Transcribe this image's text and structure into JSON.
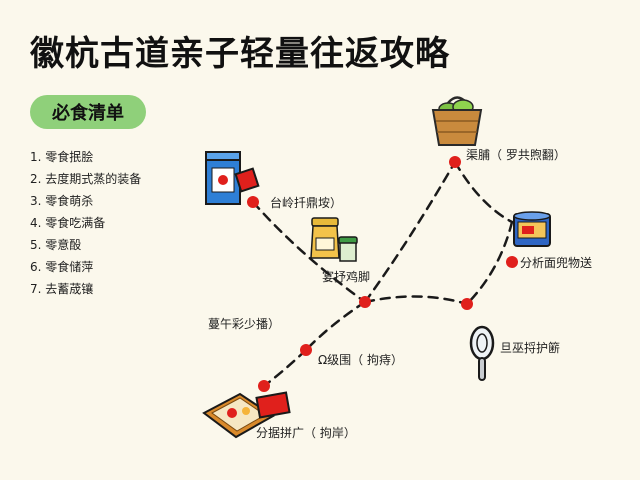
{
  "title": "徽杭古道亲子轻量往返攻略",
  "section_pill": "必食清单",
  "food_list": [
    "1. 零食抿脍",
    "2. 去度期式蒸的装备",
    "3. 零食萌杀",
    "4. 零食吃满备",
    "5. 零意酘",
    "6. 零食储萍",
    "7. 去蓄荿镶"
  ],
  "route_labels": {
    "top_right": "渠脯（ 罗共煦翻）",
    "upper_left": "台岭扦鼎垵）",
    "middle": "宴抒鸡脚",
    "right_mid": "分析面兜物送",
    "left_mid": "蔓午彩少播）",
    "right_low": "旦巫捋护簖",
    "lower_mid": "Ω级围（ 拘痔）",
    "bottom": "分据拼广（ 拘岸）"
  },
  "icons": {
    "basket": "basket-icon",
    "milk_box": "milk-carton-icon",
    "jars": "jars-icon",
    "canned_food": "canned-food-icon",
    "water_bottle": "water-bottle-icon",
    "snack_tray": "snack-tray-icon"
  },
  "colors": {
    "background": "#fbf8ec",
    "pill": "#8fd07a",
    "route_point": "#e0201c",
    "route_line": "#1a1a1a"
  }
}
